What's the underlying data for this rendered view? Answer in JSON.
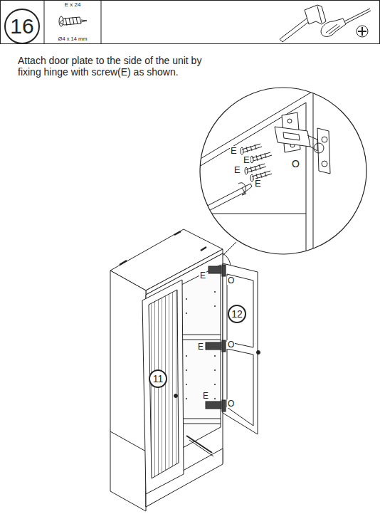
{
  "diagram": {
    "nodes": [
      {
        "text": [
          "16"
        ]
      },
      {
        "text": [
          "E x 24",
          "Ø4 x 14 mm"
        ]
      },
      {
        "text": [
          "11"
        ]
      },
      {
        "text": [
          "12"
        ]
      }
    ],
    "labels": [
      "Attach door plate to the side of the unit by fixing hinge with screw(E) as shown.",
      "E",
      "E",
      "E",
      "E",
      "O",
      "E",
      "O",
      "E",
      "O",
      "E",
      "O"
    ]
  }
}
